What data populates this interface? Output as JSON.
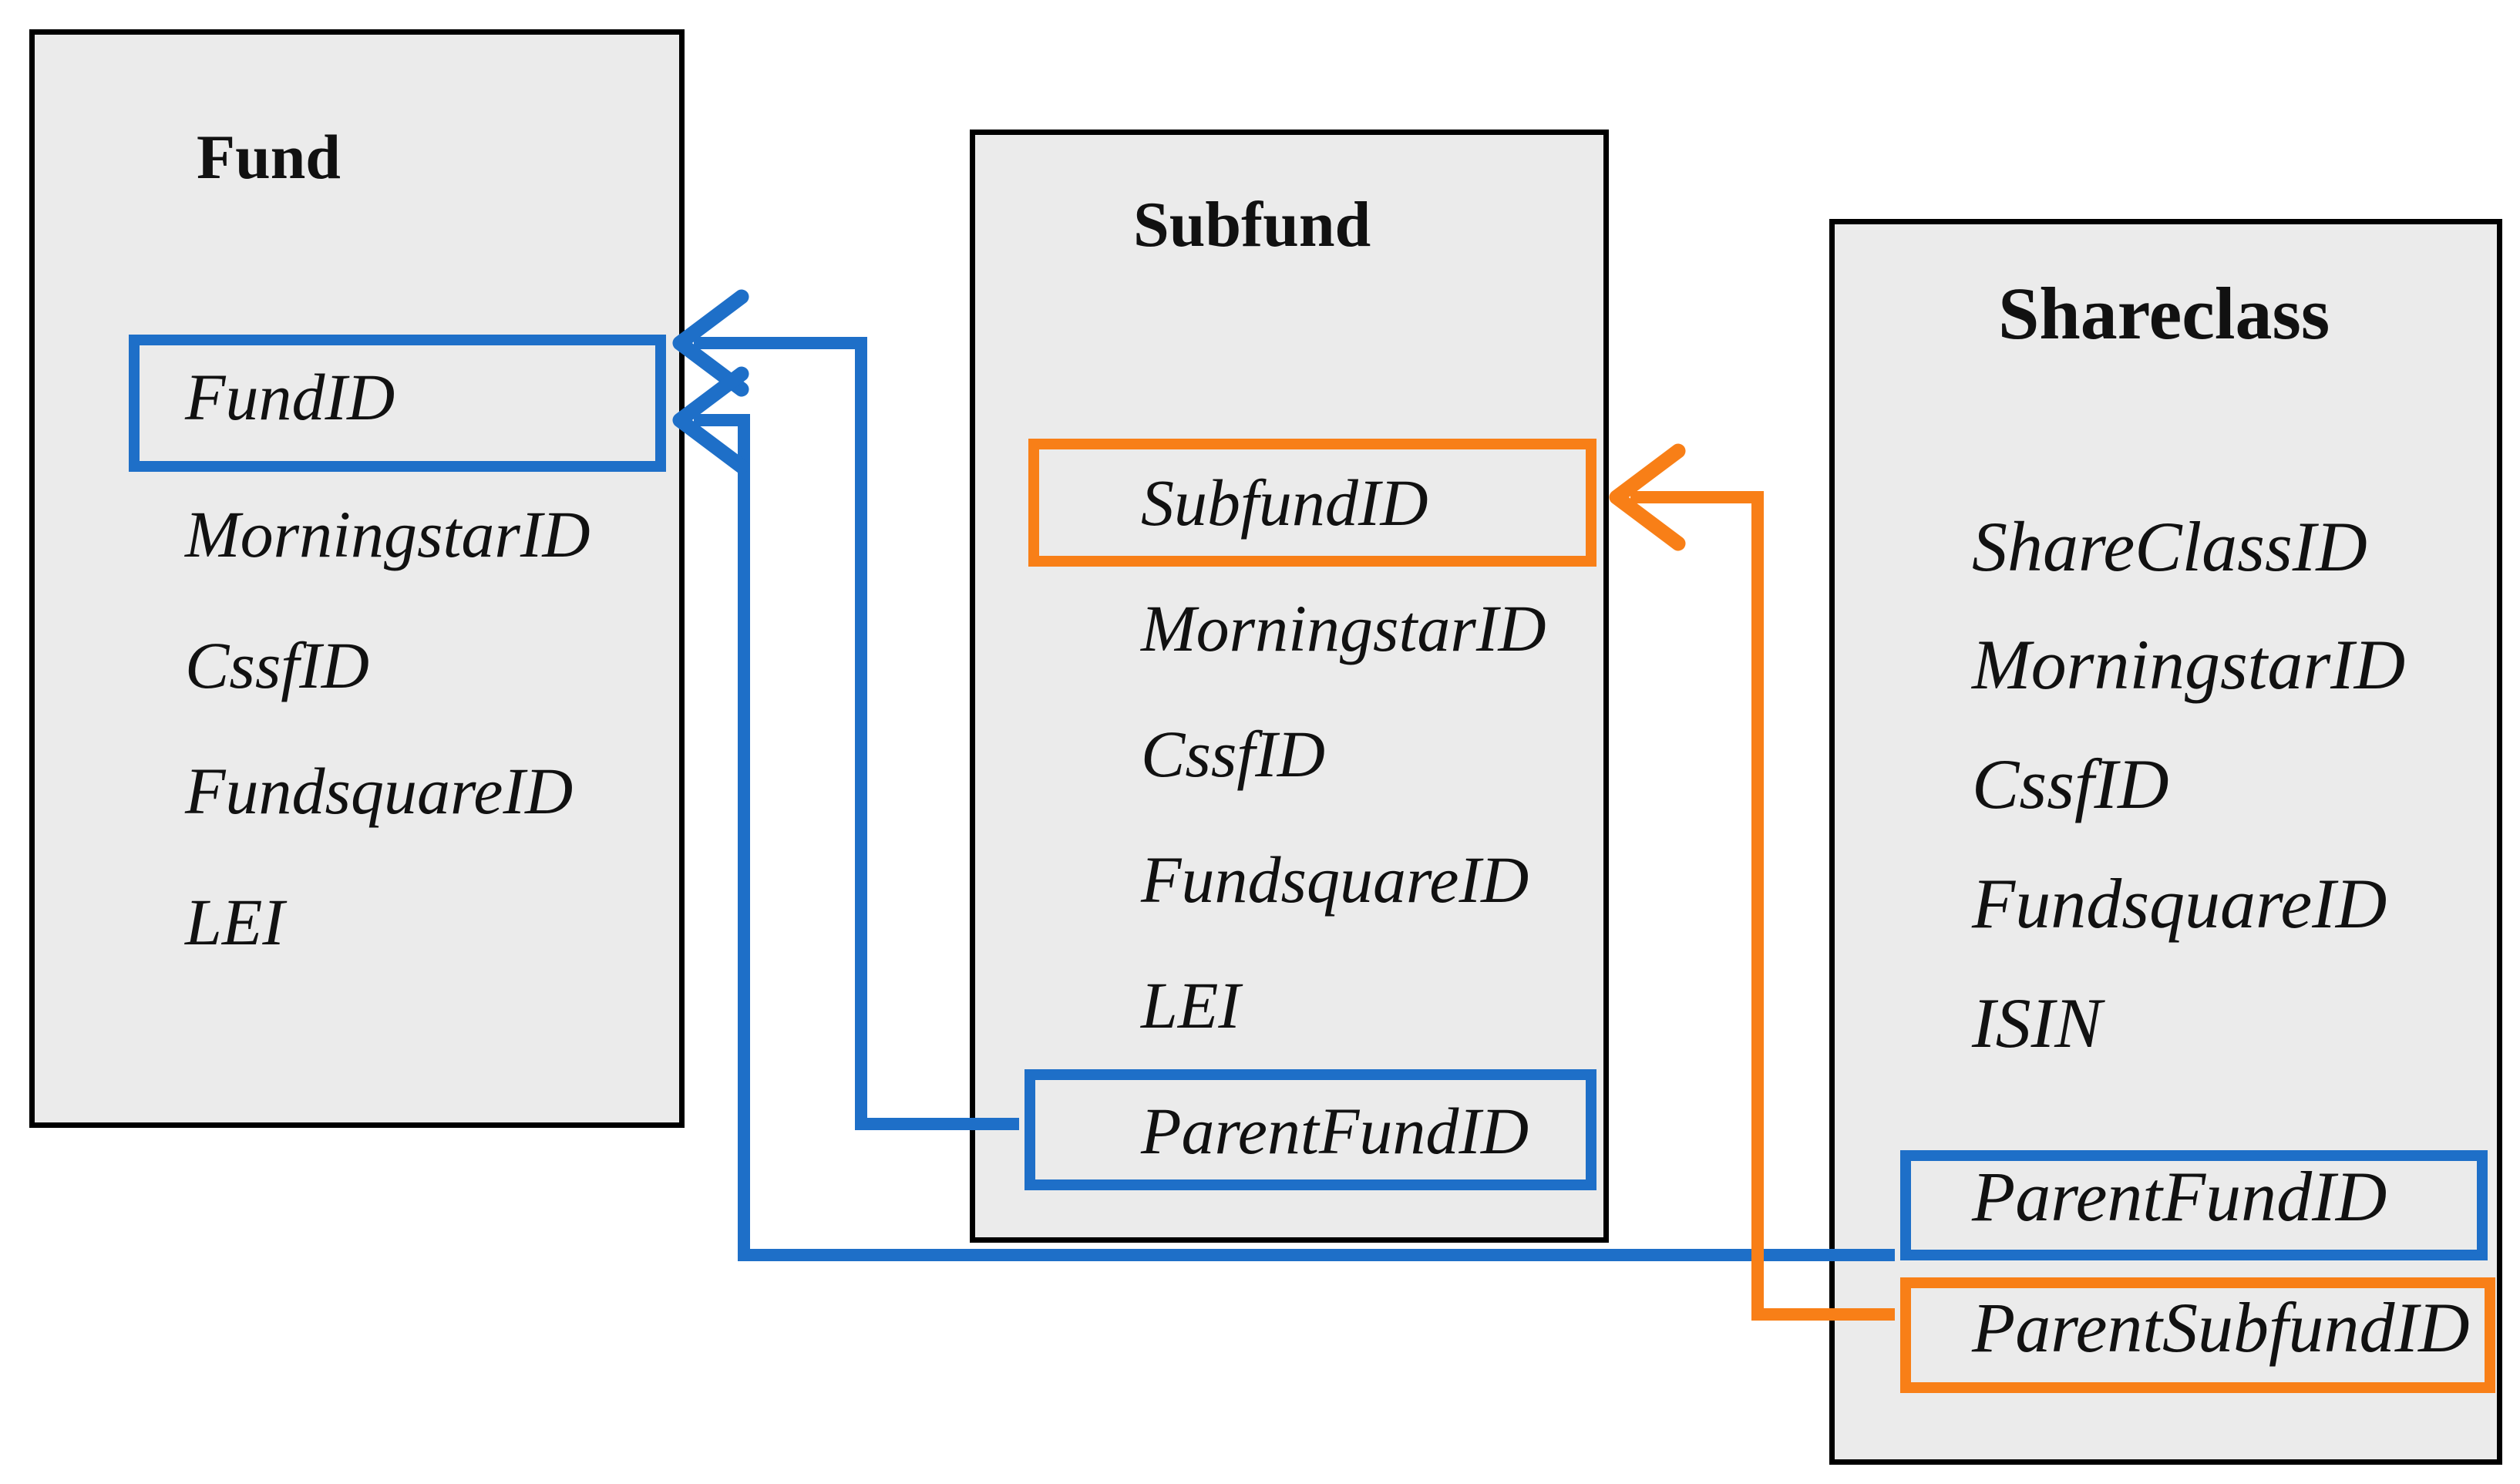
{
  "diagram": {
    "colors": {
      "blue": "#1e6fc8",
      "orange": "#f87f17",
      "box_fill": "#ebebeb",
      "box_border": "#000000",
      "background": "#ffffff",
      "text": "#111111"
    },
    "entities": [
      {
        "id": "fund",
        "title": "Fund",
        "fields": [
          {
            "label": "FundID",
            "highlight": "blue"
          },
          {
            "label": "MorningstarID",
            "highlight": null
          },
          {
            "label": "CssfID",
            "highlight": null
          },
          {
            "label": "FundsquareID",
            "highlight": null
          },
          {
            "label": "LEI",
            "highlight": null
          }
        ]
      },
      {
        "id": "subfund",
        "title": "Subfund",
        "fields": [
          {
            "label": "SubfundID",
            "highlight": "orange"
          },
          {
            "label": "MorningstarID",
            "highlight": null
          },
          {
            "label": "CssfID",
            "highlight": null
          },
          {
            "label": "FundsquareID",
            "highlight": null
          },
          {
            "label": "LEI",
            "highlight": null
          },
          {
            "label": "ParentFundID",
            "highlight": "blue"
          }
        ]
      },
      {
        "id": "shareclass",
        "title": "Shareclass",
        "fields": [
          {
            "label": "ShareClassID",
            "highlight": null
          },
          {
            "label": "MorningstarID",
            "highlight": null
          },
          {
            "label": "CssfID",
            "highlight": null
          },
          {
            "label": "FundsquareID",
            "highlight": null
          },
          {
            "label": "ISIN",
            "highlight": null
          },
          {
            "label": "ParentFundID",
            "highlight": "blue"
          },
          {
            "label": "ParentSubfundID",
            "highlight": "orange"
          }
        ]
      }
    ],
    "relations": [
      {
        "from": "Subfund.ParentFundID",
        "to": "Fund.FundID",
        "color": "blue"
      },
      {
        "from": "Shareclass.ParentFundID",
        "to": "Fund.FundID",
        "color": "blue"
      },
      {
        "from": "Shareclass.ParentSubfundID",
        "to": "Subfund.SubfundID",
        "color": "orange"
      }
    ]
  }
}
